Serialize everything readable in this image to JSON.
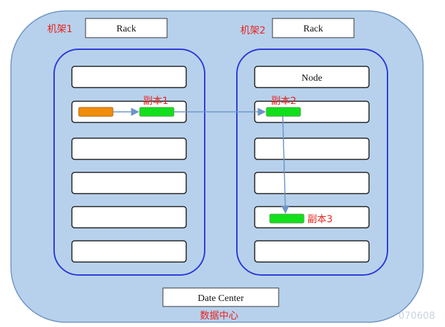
{
  "datacenter": {
    "box_label": "Date Center",
    "caption": "数据中心",
    "colors": {
      "fill": "#b7d1ec",
      "stroke": "#6f95c4"
    }
  },
  "racks": [
    {
      "caption": "机架1",
      "title": "Rack",
      "node_label": "",
      "replica_label": "副本1"
    },
    {
      "caption": "机架2",
      "title": "Rack",
      "node_label": "Node",
      "replica_label_top": "副本2",
      "replica_label_bottom": "副本3"
    }
  ],
  "colors": {
    "rack_border": "#2a39d6",
    "node_fill": "#ffffff",
    "node_border": "#222222",
    "replica": "#12e01a",
    "replica_border": "#5aa35a",
    "client_block": "#f08c0c",
    "arrow": "#6d94c7",
    "caption_red": "#e8211d"
  },
  "watermark": "070608"
}
